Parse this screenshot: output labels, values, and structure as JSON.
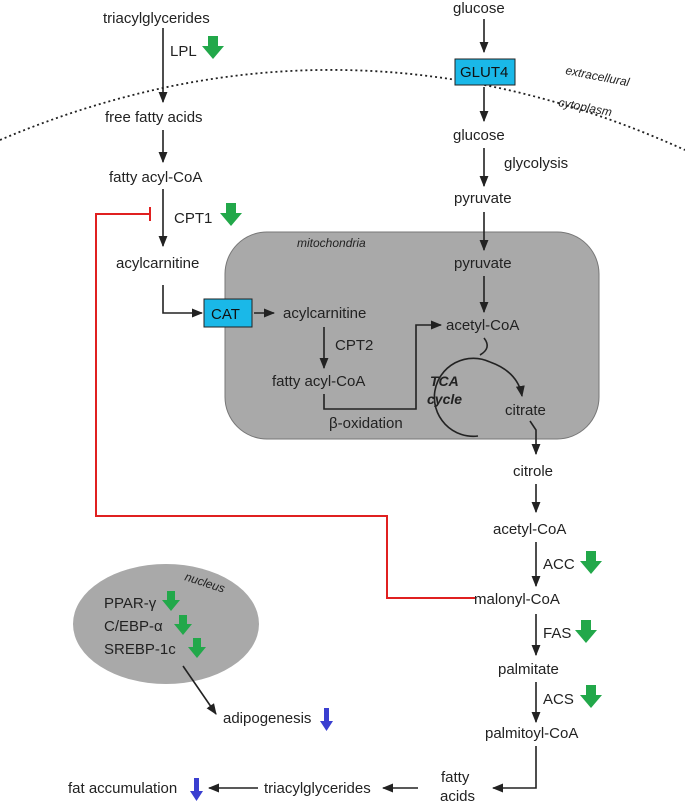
{
  "labels": {
    "tag_top": "triacylglycerides",
    "lpl": "LPL",
    "ffa": "free fatty acids",
    "facoa1": "fatty acyl-CoA",
    "cpt1": "CPT1",
    "acylcarnitine1": "acylcarnitine",
    "cat": "CAT",
    "acylcarnitine2": "acylcarnitine",
    "cpt2": "CPT2",
    "facoa2": "fatty acyl-CoA",
    "beta_ox": "β-oxidation",
    "glucose1": "glucose",
    "glut4": "GLUT4",
    "extracellular": "extracellural",
    "cytoplasm": "cytoplasm",
    "glucose2": "glucose",
    "glycolysis": "glycolysis",
    "pyruvate1": "pyruvate",
    "mitochondria": "mitochondria",
    "pyruvate2": "pyruvate",
    "acetylcoa1": "acetyl-CoA",
    "tca1": "TCA",
    "tca2": "cycle",
    "citrate": "citrate",
    "citrole": "citrole",
    "acetylcoa2": "acetyl-CoA",
    "acc": "ACC",
    "malonylcoa": "malonyl-CoA",
    "fas": "FAS",
    "palmitate": "palmitate",
    "acs": "ACS",
    "palmitoylcoa": "palmitoyl-CoA",
    "fatty": "fatty",
    "acids": "acids",
    "tag_bottom": "triacylglycerides",
    "fat_acc": "fat accumulation",
    "nucleus": "nucleus",
    "pparg": "PPAR-γ",
    "cebpa": "C/EBP-α",
    "srebp": "SREBP-1c",
    "adipogenesis": "adipogenesis"
  },
  "colors": {
    "down_green": "#22a84a",
    "down_blue": "#3a3fd0",
    "inhibition": "#e02020",
    "transporter": "#1ab8e8",
    "compartment": "#a9a9a9"
  }
}
